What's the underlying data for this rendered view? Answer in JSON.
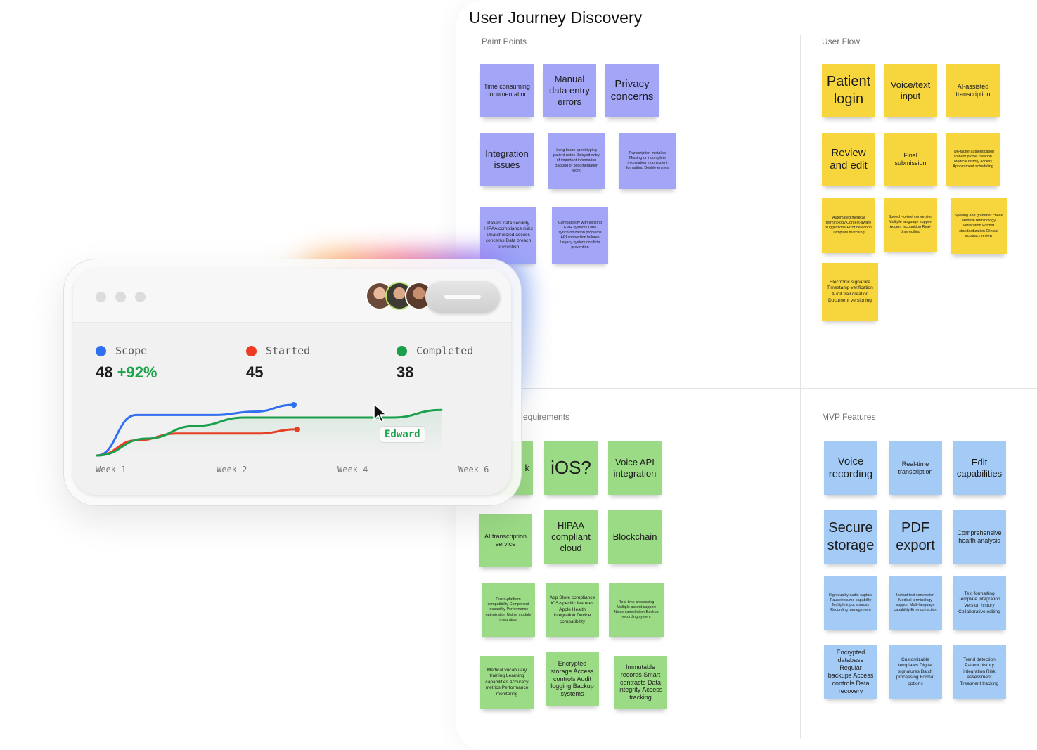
{
  "board": {
    "title": "User Journey Discovery",
    "sections": {
      "pain_points": "Paint Points",
      "user_flow": "User Flow",
      "requirements": "equirements",
      "mvp_features": "MVP Features"
    }
  },
  "notes": {
    "pain_points": [
      "Time consuming documentation",
      "Manual data entry errors",
      "Privacy concerns",
      "Integration issues",
      "Long hours spent typing patient notes Delayed entry of important information Backlog of documentation work",
      "Transcription mistakes Missing or incomplete information Inconsistent formatting Double entries",
      "Patient data security HIPAA compliance risks Unauthorized access concerns Data breach prevention",
      "Compatibility with existing EMR systems Data synchronization problems API connection failures Legacy system conflicts prevention"
    ],
    "user_flow": [
      "Patient login",
      "Voice/text input",
      "AI-assisted transcription",
      "Review and edit",
      "Final submission",
      "Two-factor authentication Patient profile creation Medical history access Appointment scheduling",
      "Automated medical terminology Context-aware suggestions Error detection Template matching",
      "Speech-to-text conversion Multiple language support Accent recognition Real-time editing",
      "Spelling and grammar check Medical terminology verification Format standardization Clinical accuracy review",
      "Electronic signature Timestamp verification Audit trail creation Document versioning"
    ],
    "requirements": [
      "k",
      "iOS?",
      "Voice API integration",
      "AI transcription service",
      "HIPAA compliant cloud",
      "Blockchain",
      "Cross-platform compatibility Component reusability Performance optimization Native module integration",
      "App Store compliance iOS-specific features Apple Health integration Device compatibility",
      "Real-time processing Multiple accent support Noise cancellation Backup recording system",
      "Medical vocabulary training Learning capabilities Accuracy metrics Performance monitoring",
      "Encrypted storage Access controls Audit logging Backup systems",
      "Immutable records Smart contracts Data integrity Access tracking"
    ],
    "mvp_features": [
      "Voice recording",
      "Real-time transcription",
      "Edit capabilities",
      "Secure storage",
      "PDF export",
      "Comprehensive health analysis",
      "High quality audio capture Pause/resume capability Multiple input sources Recording management",
      "Instant text conversion Medical terminology support Multi-language capability Error correction",
      "Text formatting Template integration Version history Collaborative editing",
      "Encrypted database Regular backups Access controls Data recovery",
      "Customizable templates Digital signatures Batch processing Format options",
      "Trend detection Patient history integration Risk assessment Treatment tracking"
    ]
  },
  "card": {
    "legend": [
      {
        "label": "Scope",
        "value": "48",
        "delta": "+92%",
        "color": "#2f6ff0"
      },
      {
        "label": "Started",
        "value": "45",
        "delta": "",
        "color": "#f03a24"
      },
      {
        "label": "Completed",
        "value": "38",
        "delta": "",
        "color": "#1a9f4c"
      }
    ],
    "cursor_label": "Edward",
    "icons": [
      "avatar-1",
      "avatar-2",
      "avatar-3",
      "cursor-arrow-icon"
    ]
  },
  "chart_data": {
    "type": "line",
    "x_labels": [
      "Week 1",
      "Week 2",
      "Week 4",
      "Week 6"
    ],
    "series": [
      {
        "name": "Scope",
        "color": "#2f6ff0",
        "values": [
          0,
          48,
          48,
          48,
          52,
          60
        ]
      },
      {
        "name": "Started",
        "color": "#f03a24",
        "values": [
          0,
          18,
          26,
          26,
          26,
          31
        ]
      },
      {
        "name": "Completed",
        "color": "#1a9f4c",
        "values": [
          0,
          20,
          35,
          45,
          45,
          45,
          45,
          54
        ]
      }
    ],
    "grid": false,
    "legend": "top"
  }
}
